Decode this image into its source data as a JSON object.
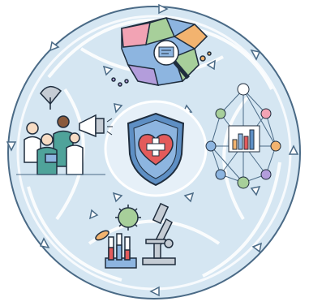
{
  "diagram": {
    "center": {
      "icon": "shield-heart-cross-icon"
    },
    "segments": [
      {
        "id": "surveillance-map",
        "icon": "spain-map-magnifier-icon"
      },
      {
        "id": "data-network",
        "icon": "network-bar-chart-icon"
      },
      {
        "id": "laboratory",
        "icon": "microscope-test-tubes-virus-icon"
      },
      {
        "id": "communication",
        "icon": "health-workers-megaphone-satellite-icon"
      }
    ],
    "flow_arrows": "clockwise",
    "colors": {
      "ring_fill": "#d5e6f2",
      "ring_stroke": "#4a6a86",
      "outline": "#1f2d3d",
      "shield_blue": "#5e8fc4",
      "heart_red": "#e35b5b",
      "map_blue": "#8db5e0",
      "map_green": "#a7cf9a",
      "map_orange": "#f2b36f",
      "map_pink": "#f2a3b4",
      "map_purple": "#b39ddb",
      "scrub_teal": "#4fa39a",
      "microscope_gray": "#c5ccd4"
    }
  }
}
